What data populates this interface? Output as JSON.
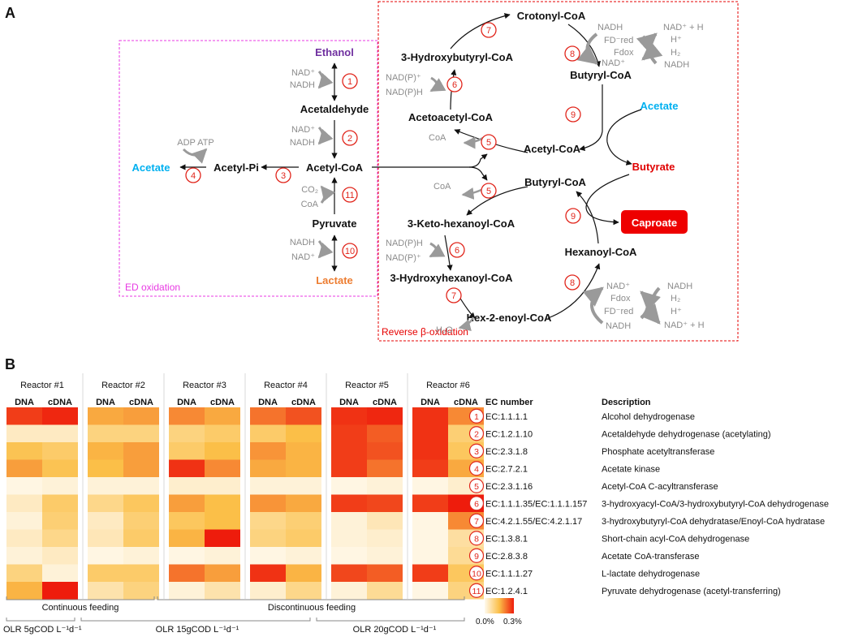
{
  "panel_a": {
    "letter": "A",
    "box_ed_label": "ED oxidation",
    "box_rbo_label": "Reverse β-oxidation",
    "metabolites": {
      "ethanol": "Ethanol",
      "acetaldehyde": "Acetaldehyde",
      "acetyl_coa_left": "Acetyl-CoA",
      "acetyl_pi": "Acetyl-Pi",
      "acetate_left": "Acetate",
      "pyruvate": "Pyruvate",
      "lactate": "Lactate",
      "crotonyl_coa": "Crotonyl-CoA",
      "hydroxybutyryl_coa": "3-Hydroxybutyryl-CoA",
      "acetoacetyl_coa": "Acetoacetyl-CoA",
      "butyryl_coa_top": "Butyryl-CoA",
      "acetate_right": "Acetate",
      "acetyl_coa_right": "Acetyl-CoA",
      "butyrate": "Butyrate",
      "butyryl_coa_mid": "Butyryl-CoA",
      "keto_hexanoyl_coa": "3-Keto-hexanoyl-CoA",
      "caproate": "Caproate",
      "hexanoyl_coa": "Hexanoyl-CoA",
      "hydroxyhexanoyl_coa": "3-Hydroxyhexanoyl-CoA",
      "hex_enoyl_coa": "Hex-2-enoyl-CoA"
    },
    "cofactors": {
      "nad1": "NAD⁺",
      "nadh1": "NADH",
      "nad2": "NAD⁺",
      "nadh2": "NADH",
      "adp_atp": "ADP ATP",
      "co2": "CO₂",
      "coa11": "CoA",
      "nadh10": "NADH",
      "nad10": "NAD⁺",
      "nadp6_top": "NAD(P)⁺",
      "nadph6_top": "NAD(P)H",
      "coa5_top": "CoA",
      "coa5_bot": "CoA",
      "nadph6_bot": "NAD(P)H",
      "nadp6_bot": "NAD(P)⁺",
      "h2o": "H₂O",
      "top_nadh": "NADH",
      "top_fdred": "FD⁻red",
      "top_fdox": "Fdox",
      "top_nad": "NAD⁺",
      "top_nadh_r": "NAD⁺ + H",
      "top_h": "H⁺",
      "top_h2": "H₂",
      "top_nadh2": "NADH",
      "bot_nad": "NAD⁺",
      "bot_fdox": "Fdox",
      "bot_fdred": "FD⁻red",
      "bot_nadh": "NADH",
      "bot_nadh_r": "NADH",
      "bot_h2": "H₂",
      "bot_h": "H⁺",
      "bot_nadh_h": "NAD⁺ + H"
    },
    "step_numbers": [
      "1",
      "2",
      "3",
      "4",
      "5",
      "5",
      "6",
      "6",
      "7",
      "7",
      "8",
      "8",
      "9",
      "9",
      "10",
      "11"
    ]
  },
  "panel_b": {
    "letter": "B",
    "reactors": [
      {
        "name": "Reactor #1",
        "cols": [
          "DNA",
          "cDNA"
        ]
      },
      {
        "name": "Reactor #2",
        "cols": [
          "DNA",
          "cDNA"
        ]
      },
      {
        "name": "Reactor #3",
        "cols": [
          "DNA",
          "cDNA"
        ]
      },
      {
        "name": "Reactor #4",
        "cols": [
          "DNA",
          "cDNA"
        ]
      },
      {
        "name": "Reactor #5",
        "cols": [
          "DNA",
          "cDNA"
        ]
      },
      {
        "name": "Reactor #6",
        "cols": [
          "DNA",
          "cDNA"
        ]
      }
    ],
    "ec_header": "EC number",
    "desc_header": "Description",
    "rows": [
      {
        "num": "1",
        "ec": "EC:1.1.1.1",
        "desc": "Alcohol dehydrogenase"
      },
      {
        "num": "2",
        "ec": "EC:1.2.1.10",
        "desc": "Acetaldehyde dehydrogenase (acetylating)"
      },
      {
        "num": "3",
        "ec": "EC:2.3.1.8",
        "desc": "Phosphate acetyltransferase"
      },
      {
        "num": "4",
        "ec": "EC:2.7.2.1",
        "desc": "Acetate kinase"
      },
      {
        "num": "5",
        "ec": "EC:2.3.1.16",
        "desc": "Acetyl-CoA C-acyltransferase"
      },
      {
        "num": "6",
        "ec": "EC:1.1.1.35/EC:1.1.1.157",
        "desc": "3-hydroxyacyl-CoA/3-hydroxybutyryl-CoA dehydrogenase"
      },
      {
        "num": "7",
        "ec": "EC:4.2.1.55/EC:4.2.1.17",
        "desc": "3-hydroxybutyryl-CoA dehydratase/Enoyl-CoA hydratase"
      },
      {
        "num": "8",
        "ec": "EC:1.3.8.1",
        "desc": "Short-chain acyl-CoA dehydrogenase"
      },
      {
        "num": "9",
        "ec": "EC:2.8.3.8",
        "desc": "Acetate CoA-transferase"
      },
      {
        "num": "10",
        "ec": "EC:1.1.1.27",
        "desc": "L-lactate dehydrogenase"
      },
      {
        "num": "11",
        "ec": "EC:1.2.4.1",
        "desc": "Pyruvate dehydrogenase (acetyl-transferring)"
      }
    ],
    "heatmap_values": [
      [
        0.27,
        0.29,
        0.17,
        0.18,
        0.2,
        0.17,
        0.22,
        0.25,
        0.28,
        0.29,
        0.28,
        0.2
      ],
      [
        0.04,
        0.04,
        0.1,
        0.1,
        0.1,
        0.12,
        0.12,
        0.15,
        0.27,
        0.24,
        0.28,
        0.11
      ],
      [
        0.14,
        0.12,
        0.16,
        0.18,
        0.12,
        0.15,
        0.19,
        0.16,
        0.27,
        0.25,
        0.28,
        0.13
      ],
      [
        0.18,
        0.14,
        0.15,
        0.18,
        0.28,
        0.2,
        0.17,
        0.16,
        0.27,
        0.22,
        0.27,
        0.17
      ],
      [
        0.01,
        0.02,
        0.02,
        0.02,
        0.03,
        0.03,
        0.02,
        0.02,
        0.01,
        0.02,
        0.01,
        0.03
      ],
      [
        0.04,
        0.12,
        0.09,
        0.13,
        0.18,
        0.15,
        0.19,
        0.17,
        0.27,
        0.26,
        0.27,
        0.3
      ],
      [
        0.02,
        0.11,
        0.04,
        0.11,
        0.13,
        0.15,
        0.09,
        0.11,
        0.02,
        0.05,
        0.01,
        0.2
      ],
      [
        0.04,
        0.09,
        0.05,
        0.12,
        0.16,
        0.3,
        0.1,
        0.12,
        0.02,
        0.03,
        0.01,
        0.07
      ],
      [
        0.02,
        0.04,
        0.01,
        0.02,
        0.01,
        0.02,
        0.01,
        0.02,
        0.01,
        0.02,
        0.01,
        0.08
      ],
      [
        0.1,
        0.02,
        0.12,
        0.12,
        0.22,
        0.18,
        0.28,
        0.16,
        0.26,
        0.24,
        0.27,
        0.13
      ],
      [
        0.16,
        0.3,
        0.06,
        0.1,
        0.02,
        0.06,
        0.03,
        0.09,
        0.02,
        0.08,
        0.01,
        0.1
      ]
    ],
    "feeding": {
      "continuous": "Continuous feeding",
      "discontinuous": "Discontinuous feeding"
    },
    "olr": {
      "r1": "OLR 5gCOD L⁻¹d⁻¹",
      "r2": "OLR 15gCOD L⁻¹d⁻¹",
      "r3": "OLR 20gCOD L⁻¹d⁻¹"
    },
    "legend": {
      "min": "0.0%",
      "max": "0.3%",
      "low_color": "#fffaee",
      "mid_color": "#fbbf48",
      "high_color": "#ee1c0c"
    }
  },
  "colors": {
    "step_circle": "#e1261c",
    "ethanol": "#7030a0",
    "acetate": "#00b0f0",
    "butyrate": "#e00000",
    "lactate": "#ed7d31",
    "caproate_bg": "#ee0000",
    "ed_box": "#e83ae3",
    "rbo_box": "#e60000",
    "cofactor": "#8c8c8c"
  }
}
